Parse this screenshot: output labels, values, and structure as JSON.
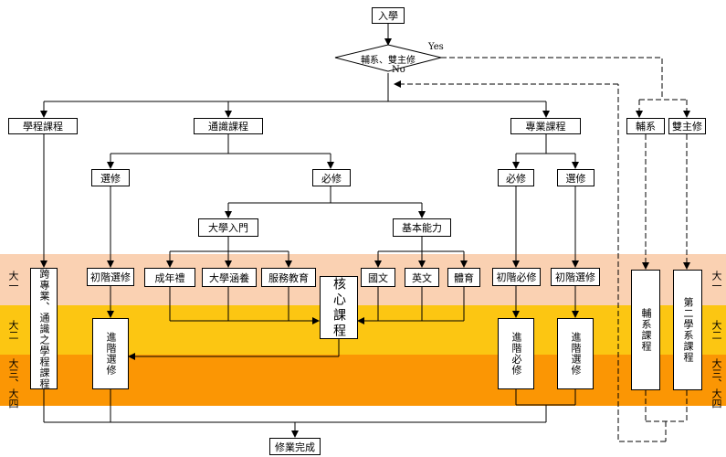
{
  "colors": {
    "year1": "#fad1b2",
    "year2": "#fcc612",
    "year34": "#fb9604"
  },
  "years": {
    "y1_left": "大一",
    "y2_left": "大二",
    "y34_left": "大三、大四",
    "y1_right": "大一",
    "y2_right": "大二",
    "y34_right": "大三、大四"
  },
  "nodes": {
    "enroll": "入學",
    "decision": "輔系、雙主修",
    "yes": "Yes",
    "no": "No",
    "program": "學程課程",
    "general": "通識課程",
    "major": "專業課程",
    "minor": "輔系",
    "double": "雙主修",
    "gen_elective": "選修",
    "gen_required": "必修",
    "major_required": "必修",
    "major_elective": "選修",
    "intro": "大學入門",
    "basic": "基本能力",
    "adult": "成年禮",
    "uni_edu": "大學涵養",
    "service": "服務教育",
    "chinese": "國文",
    "english": "英文",
    "pe": "體育",
    "gen_beg_elec": "初階選修",
    "maj_beg_req": "初階必修",
    "maj_beg_elec": "初階選修",
    "core": "核心課程",
    "cross": "跨專業、通識之學程課程",
    "gen_adv_elec": "進階選修",
    "maj_adv_req": "進階必修",
    "maj_adv_elec": "進階選修",
    "minor_course": "輔系課程",
    "double_course": "第二學系課程",
    "graduate": "修業完成"
  }
}
